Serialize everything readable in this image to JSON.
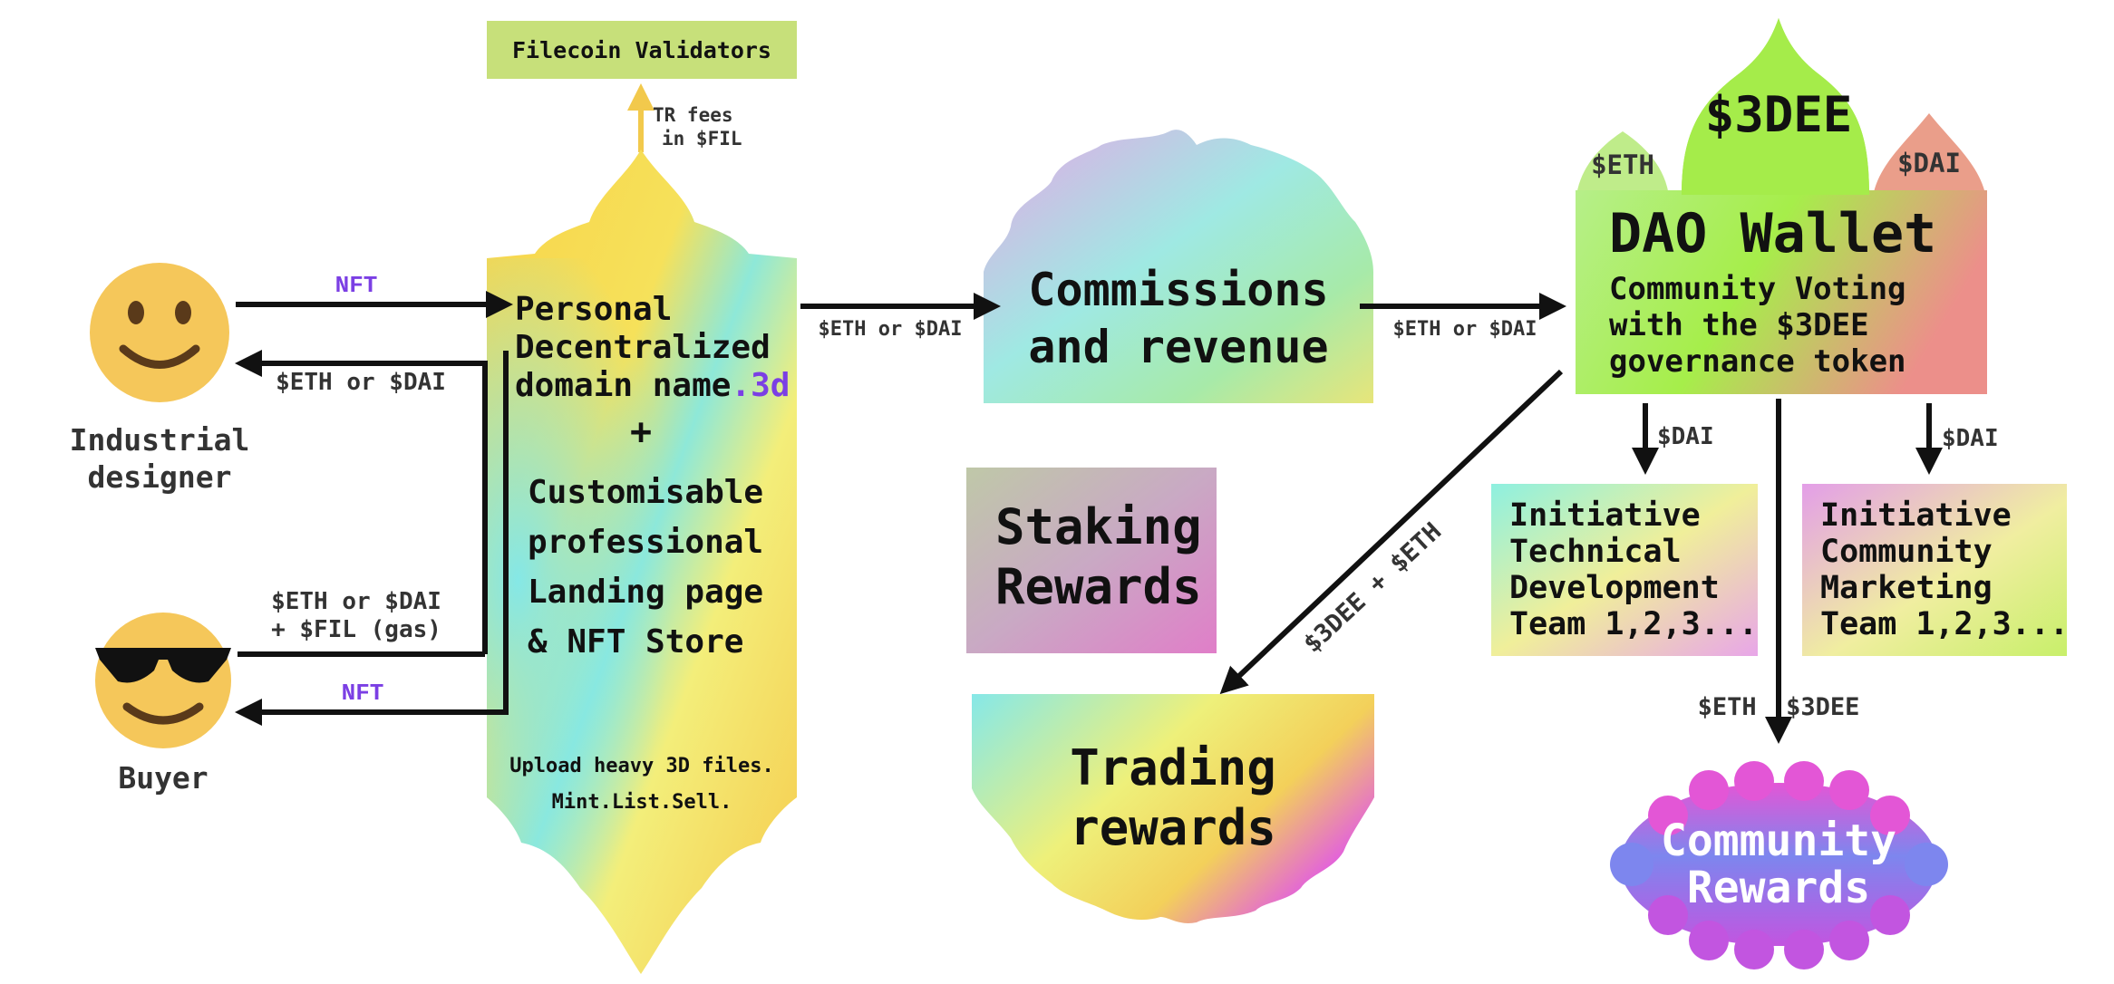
{
  "validators": {
    "label": "Filecoin Validators"
  },
  "tr_fees": {
    "line1": "TR fees",
    "line2": "in $FIL"
  },
  "designer": {
    "line1": "Industrial",
    "line2": "designer"
  },
  "buyer": {
    "label": "Buyer"
  },
  "flows": {
    "nft_top": "NFT",
    "eth_or_dai_left": "$ETH or $DAI",
    "eth_dai_fil_line1": "$ETH or $DAI",
    "eth_dai_fil_line2": "+ $FIL (gas)",
    "nft_bottom": "NFT",
    "eth_or_dai_mid": "$ETH or $DAI",
    "eth_or_dai_right": "$ETH or $DAI",
    "dai_left": "$DAI",
    "dai_right": "$DAI",
    "eth_3dee": "$ETH  $3DEE",
    "diag": "$3DEE + $ETH"
  },
  "domain_card": {
    "line1": "Personal",
    "line2": "Decentralized",
    "line3a": "domain name",
    "line3b": ".3d",
    "plus": "+",
    "line4": "Customisable",
    "line5": "professional",
    "line6": "Landing page",
    "line7": "& NFT Store",
    "foot1": "Upload heavy 3D files.",
    "foot2": "Mint.List.Sell."
  },
  "commissions": {
    "line1": "Commissions",
    "line2": "and revenue"
  },
  "staking": {
    "line1": "Staking",
    "line2": "Rewards"
  },
  "trading": {
    "line1": "Trading",
    "line2": "rewards"
  },
  "dao": {
    "dome_left": "$ETH",
    "dome_center": "$3DEE",
    "dome_right": "$DAI",
    "title": "DAO Wallet",
    "line1": "Community Voting",
    "line2": "with the $3DEE",
    "line3": "governance token"
  },
  "initiative_tech": {
    "line1": "Initiative",
    "line2": "Technical",
    "line3": "Development",
    "line4": "Team 1,2,3..."
  },
  "initiative_comm": {
    "line1": "Initiative",
    "line2": "Community",
    "line3": "Marketing",
    "line4": "Team 1,2,3..."
  },
  "community_rewards": {
    "line1": "Community",
    "line2": "Rewards"
  },
  "colors": {
    "yellow": "#f6d646",
    "accent_purple": "#7b3fe4",
    "green_box": "#c7e07a",
    "arrow": "#111111"
  }
}
